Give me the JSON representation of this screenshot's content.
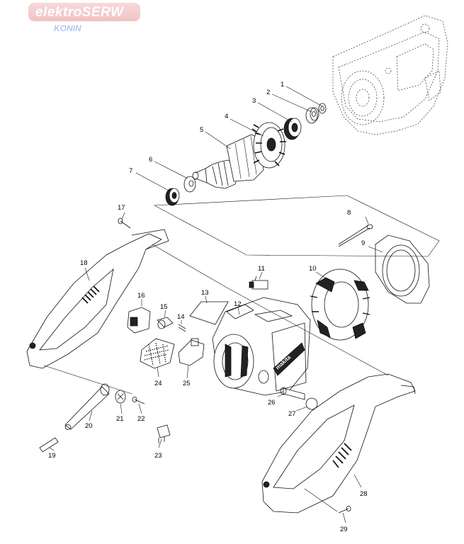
{
  "watermark": {
    "brand": "elektroSERW",
    "city": "KONIN"
  },
  "housing_badge": "makita",
  "parts": [
    {
      "id": "part-1",
      "label": "1"
    },
    {
      "id": "part-2",
      "label": "2"
    },
    {
      "id": "part-3",
      "label": "3"
    },
    {
      "id": "part-4",
      "label": "4"
    },
    {
      "id": "part-5",
      "label": "5"
    },
    {
      "id": "part-6",
      "label": "6"
    },
    {
      "id": "part-7",
      "label": "7"
    },
    {
      "id": "part-8",
      "label": "8"
    },
    {
      "id": "part-9",
      "label": "9"
    },
    {
      "id": "part-10",
      "label": "10"
    },
    {
      "id": "part-11",
      "label": "11"
    },
    {
      "id": "part-12",
      "label": "12"
    },
    {
      "id": "part-13",
      "label": "13"
    },
    {
      "id": "part-14",
      "label": "14"
    },
    {
      "id": "part-15",
      "label": "15"
    },
    {
      "id": "part-16",
      "label": "16"
    },
    {
      "id": "part-17",
      "label": "17"
    },
    {
      "id": "part-18",
      "label": "18"
    },
    {
      "id": "part-19",
      "label": "19"
    },
    {
      "id": "part-20",
      "label": "20"
    },
    {
      "id": "part-21",
      "label": "21"
    },
    {
      "id": "part-22",
      "label": "22"
    },
    {
      "id": "part-23",
      "label": "23"
    },
    {
      "id": "part-24",
      "label": "24"
    },
    {
      "id": "part-25",
      "label": "25"
    },
    {
      "id": "part-26",
      "label": "26"
    },
    {
      "id": "part-27",
      "label": "27"
    },
    {
      "id": "part-28",
      "label": "28"
    },
    {
      "id": "part-29",
      "label": "29"
    }
  ]
}
